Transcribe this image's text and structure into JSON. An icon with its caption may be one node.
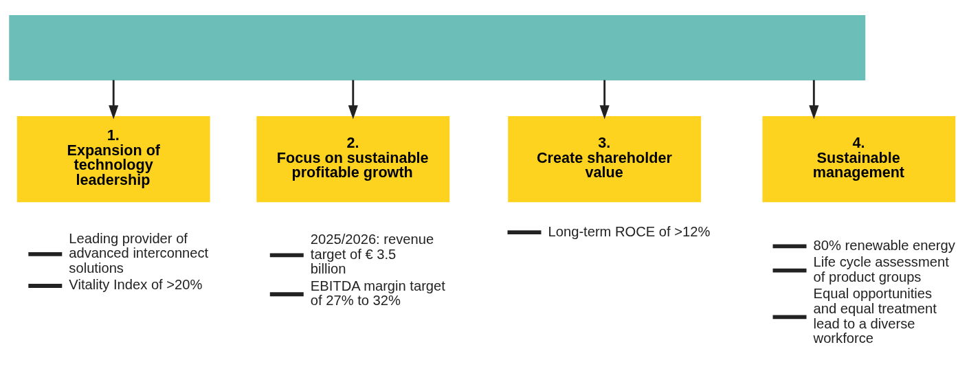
{
  "diagram": {
    "nodes": [
      {
        "text": [],
        "shape": "box"
      },
      {
        "text": [
          "1.",
          "Expansion of technology leadership"
        ],
        "beside": [
          "Leading provider of advanced interconnect solutions",
          "Vitality Index of >20%"
        ]
      },
      {
        "text": [
          "2.",
          "Focus on sustainable profitable growth"
        ],
        "beside": [
          "2025/2026: revenue target of € 3.5 billion",
          "EBITDA margin target of 27% to 32%"
        ]
      },
      {
        "text": [
          "3.",
          "Create shareholder value"
        ],
        "beside": [
          "Long-term ROCE of >12%"
        ]
      },
      {
        "text": [
          "4.",
          "Sustainable management"
        ],
        "beside": [
          "80% renewable energy",
          "Life cycle assessment of product groups",
          "Equal opportunities and equal treatment lead to a diverse workforce"
        ]
      }
    ],
    "edges": [
      {
        "from": 0,
        "to": 1,
        "arrow": "to"
      },
      {
        "from": 0,
        "to": 2,
        "arrow": "to"
      },
      {
        "from": 0,
        "to": 3,
        "arrow": "to"
      },
      {
        "from": 0,
        "to": 4,
        "arrow": "to"
      }
    ]
  }
}
